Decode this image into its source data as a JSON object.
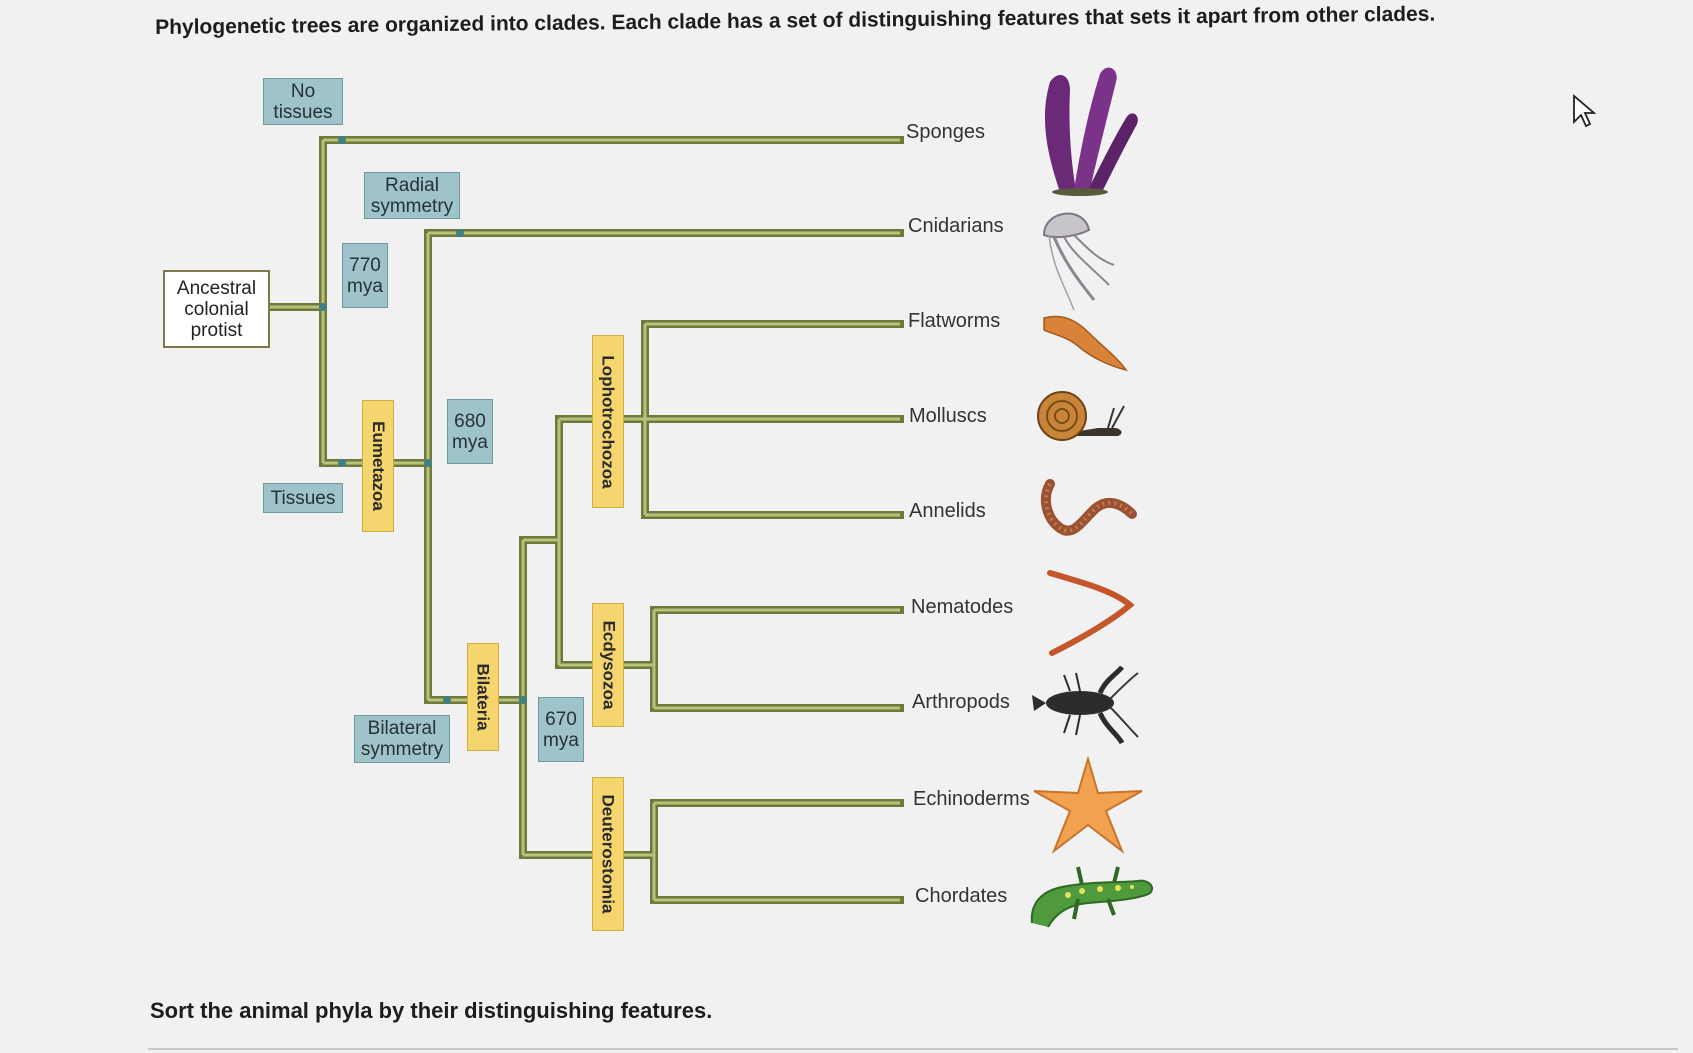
{
  "header": {
    "instruction": "Phylogenetic trees are organized into clades. Each clade has a set of distinguishing features that sets it apart from other clades."
  },
  "footer": {
    "prompt": "Sort the animal phyla by their distinguishing features."
  },
  "tree": {
    "root": "Ancestral\ncolonial\nprotist",
    "features": {
      "no_tissues": "No\ntissues",
      "tissues": "Tissues",
      "radial_symmetry": "Radial\nsymmetry",
      "bilateral_symmetry": "Bilateral\nsymmetry"
    },
    "dates": {
      "d770": "770\nmya",
      "d680": "680\nmya",
      "d670": "670\nmya"
    },
    "clades": {
      "eumetazoa": "Eumetazoa",
      "bilateria": "Bilateria",
      "lophotrochozoa": "Lophotrochozoa",
      "ecdysozoa": "Ecdysozoa",
      "deuterostomia": "Deuterostomia"
    },
    "taxa": [
      "Sponges",
      "Cnidarians",
      "Flatworms",
      "Molluscs",
      "Annelids",
      "Nematodes",
      "Arthropods",
      "Echinoderms",
      "Chordates"
    ],
    "icons": [
      "sponge-icon",
      "jellyfish-icon",
      "flatworm-icon",
      "snail-icon",
      "earthworm-icon",
      "nematode-icon",
      "lobster-icon",
      "starfish-icon",
      "lizard-icon"
    ]
  },
  "colors": {
    "branch": "#9aa65a",
    "branch_dark": "#6f7a3a",
    "feature_box": "#9ec3c9",
    "clade_label": "#f4d56e"
  }
}
